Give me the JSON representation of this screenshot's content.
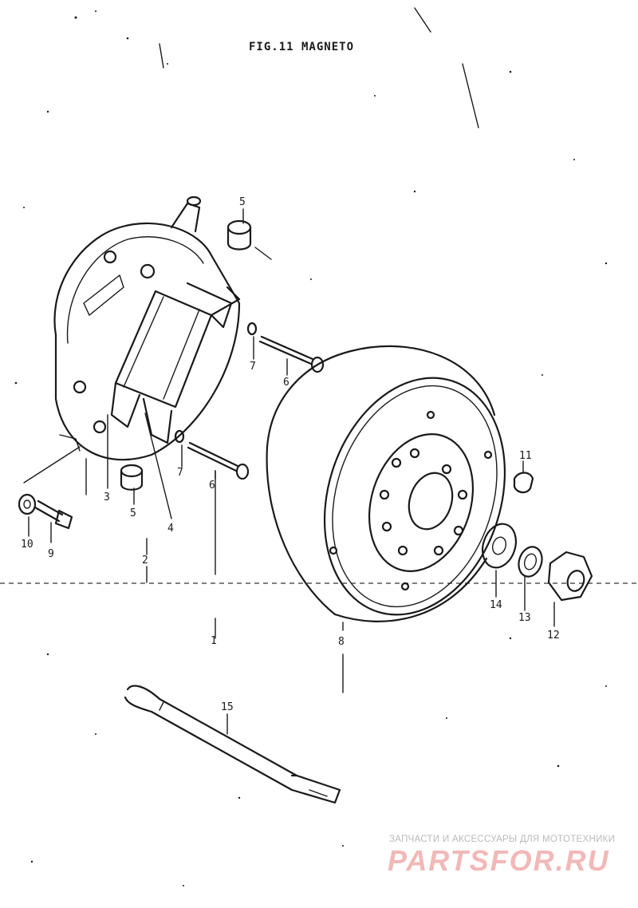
{
  "figure": {
    "title": "FIG.11  MAGNETO"
  },
  "callouts": [
    {
      "id": "c1",
      "label": "1"
    },
    {
      "id": "c2",
      "label": "2"
    },
    {
      "id": "c3",
      "label": "3"
    },
    {
      "id": "c4",
      "label": "4"
    },
    {
      "id": "c5a",
      "label": "5"
    },
    {
      "id": "c5b",
      "label": "5"
    },
    {
      "id": "c6a",
      "label": "6"
    },
    {
      "id": "c6b",
      "label": "6"
    },
    {
      "id": "c7a",
      "label": "7"
    },
    {
      "id": "c7b",
      "label": "7"
    },
    {
      "id": "c8",
      "label": "8"
    },
    {
      "id": "c9",
      "label": "9"
    },
    {
      "id": "c10",
      "label": "10"
    },
    {
      "id": "c11",
      "label": "11"
    },
    {
      "id": "c12",
      "label": "12"
    },
    {
      "id": "c13",
      "label": "13"
    },
    {
      "id": "c14",
      "label": "14"
    },
    {
      "id": "c15",
      "label": "15"
    }
  ],
  "watermark": {
    "tagline": "ЗАПЧАСТИ И АКСЕССУАРЫ ДЛЯ МОТОТЕХНИКИ",
    "brand": "PARTSFOR.RU"
  },
  "colors": {
    "ink": "#1a1a1a",
    "watermark_brand": "#f2b8b8",
    "watermark_tagline": "#b9b9b9"
  }
}
